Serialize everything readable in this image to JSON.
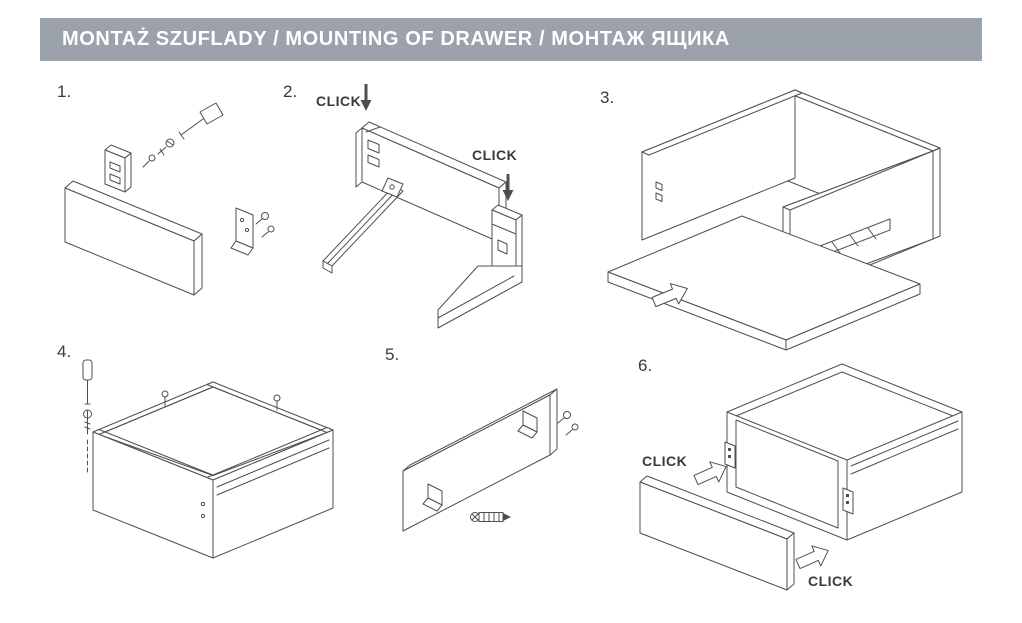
{
  "header": {
    "title": "MONTAŻ SZUFLADY / MOUNTING OF DRAWER / МОНТАЖ ЯЩИКА"
  },
  "colors": {
    "header_bg": "#9ba2ab",
    "header_text": "#ffffff",
    "line_art": "#4f4f4f",
    "label_text": "#3a3a3a"
  },
  "icons": {
    "down_arrow": "filled-down-arrow",
    "insert_arrow": "outlined-direction-arrow",
    "screwdriver": "screwdriver",
    "screw": "screw"
  },
  "steps": {
    "s1": {
      "number": "1."
    },
    "s2": {
      "number": "2.",
      "click_top": "CLICK",
      "click_side": "CLICK"
    },
    "s3": {
      "number": "3."
    },
    "s4": {
      "number": "4."
    },
    "s5": {
      "number": "5."
    },
    "s6": {
      "number": "6.",
      "click_front": "CLICK",
      "click_bottom": "CLICK"
    }
  }
}
